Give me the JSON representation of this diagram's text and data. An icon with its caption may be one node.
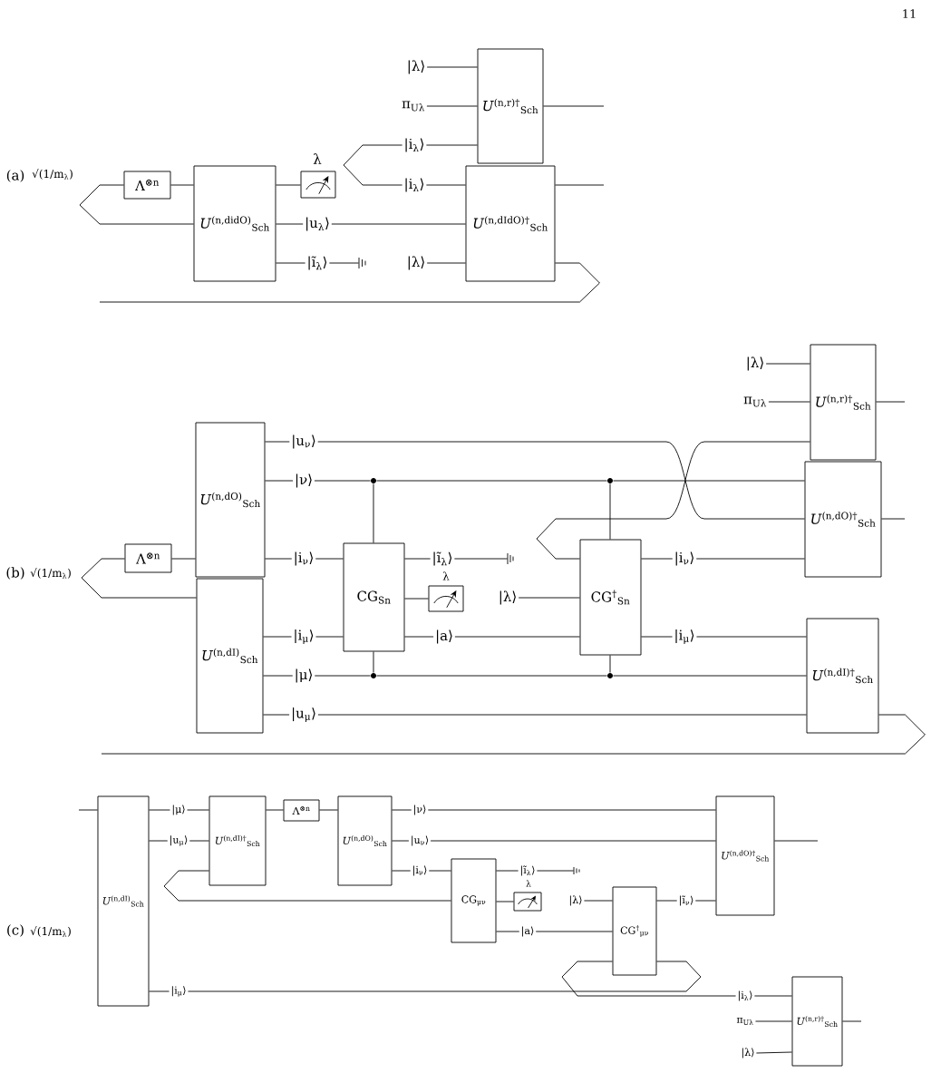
{
  "diagram": {
    "nodes": [
      {
        "text": [
          "|λ⟩"
        ]
      },
      {
        "text": [
          "π$_{Uλ}$"
        ]
      },
      {
        "text": [
          "*U*$^{(n,r)†}$$_{Sch}$"
        ]
      },
      {
        "text": [
          "|i$_{λ}$⟩"
        ]
      },
      {
        "text": [
          "Λ$^{⊗n}$"
        ]
      },
      {
        "text": [
          "*U*$^{(n,didO)}$$_{Sch}$"
        ]
      },
      {
        "text": [],
        "shape": "meter",
        "beside": [
          "λ"
        ]
      },
      {
        "text": [
          "|i$_{λ}$⟩"
        ]
      },
      {
        "text": [
          "*U*$^{(n,dIdO)†}$$_{Sch}$"
        ]
      },
      {
        "text": [
          "|u$_{λ}$⟩"
        ]
      },
      {
        "text": [
          "|ĩ$_{λ}$⟩"
        ]
      },
      {
        "text": [],
        "shape": "ground"
      },
      {
        "text": [
          "|λ⟩"
        ]
      },
      {
        "text": [
          "|λ⟩"
        ]
      },
      {
        "text": [
          "π$_{Uλ}$"
        ]
      },
      {
        "text": [
          "*U*$^{(n,r)†}$$_{Sch}$"
        ]
      },
      {
        "text": [
          "*U*$^{(n,dO)}$$_{Sch}$"
        ]
      },
      {
        "text": [
          "|u$_{ν}$⟩"
        ]
      },
      {
        "text": [
          "|ν⟩"
        ]
      },
      {
        "text": [],
        "shape": "dot"
      },
      {
        "text": [],
        "shape": "dot"
      },
      {
        "text": [
          "*U*$^{(n,dO)†}$$_{Sch}$"
        ]
      },
      {
        "text": [
          "Λ$^{⊗n}$"
        ]
      },
      {
        "text": [
          "|i$_{ν}$⟩"
        ]
      },
      {
        "text": [
          "CG$_{Sn}$"
        ]
      },
      {
        "text": [
          "|ĩ$_{λ}$⟩"
        ]
      },
      {
        "text": [],
        "shape": "ground"
      },
      {
        "text": [],
        "shape": "meter",
        "beside": [
          "λ"
        ]
      },
      {
        "text": [
          "|λ⟩"
        ]
      },
      {
        "text": [
          "CG$^{†}$$_{Sn}$"
        ]
      },
      {
        "text": [
          "|i$_{ν}$⟩"
        ]
      },
      {
        "text": [
          "*U*$^{(n,dI)}$$_{Sch}$"
        ]
      },
      {
        "text": [
          "|i$_{μ}$⟩"
        ]
      },
      {
        "text": [
          "|a⟩"
        ]
      },
      {
        "text": [
          "|i$_{μ}$⟩"
        ]
      },
      {
        "text": [
          "*U*$^{(n,dI)†}$$_{Sch}$"
        ]
      },
      {
        "text": [
          "|μ⟩"
        ]
      },
      {
        "text": [],
        "shape": "dot"
      },
      {
        "text": [],
        "shape": "dot"
      },
      {
        "text": [
          "|u$_{μ}$⟩"
        ]
      },
      {
        "text": [
          "*U*$^{(n,dI)}$$_{Sch}$"
        ]
      },
      {
        "text": [
          "|μ⟩"
        ]
      },
      {
        "text": [
          "*U*$^{(n,dI)†}$$_{Sch}$"
        ]
      },
      {
        "text": [
          "Λ$^{⊗n}$"
        ]
      },
      {
        "text": [
          "*U*$^{(n,dO)}$$_{Sch}$"
        ]
      },
      {
        "text": [
          "|ν⟩"
        ]
      },
      {
        "text": [
          "*U*$^{(n,dO)†}$$_{Sch}$"
        ]
      },
      {
        "text": [
          "|u$_{μ}$⟩"
        ]
      },
      {
        "text": [
          "|u$_{ν}$⟩"
        ]
      },
      {
        "text": [
          "|i$_{ν}$⟩"
        ]
      },
      {
        "text": [
          "CG$_{μν}$"
        ]
      },
      {
        "text": [
          "|ĩ$_{λ}$⟩"
        ]
      },
      {
        "text": [],
        "shape": "ground"
      },
      {
        "text": [],
        "shape": "meter",
        "beside": [
          "λ"
        ]
      },
      {
        "text": [
          "|λ⟩"
        ]
      },
      {
        "text": [
          "CG$^{†}$$_{μν}$"
        ]
      },
      {
        "text": [
          "|ĩ$_{ν}$⟩"
        ]
      },
      {
        "text": [
          "|a⟩"
        ]
      },
      {
        "text": [
          "|i$_{μ}$⟩"
        ]
      },
      {
        "text": [
          "|i$_{λ}$⟩"
        ]
      },
      {
        "text": [
          "*U*$^{(n,r)†}$$_{Sch}$"
        ]
      },
      {
        "text": [
          "π$_{Uλ}$"
        ]
      },
      {
        "text": [
          "|λ⟩"
        ]
      }
    ],
    "edges": [
      {
        "from": 0,
        "to": 2,
        "arrow": "none"
      },
      {
        "from": 1,
        "to": 2,
        "arrow": "none"
      },
      {
        "from": 3,
        "to": 2,
        "arrow": "none"
      },
      {
        "from": 3,
        "to": 7,
        "arrow": "none"
      },
      {
        "from": 7,
        "to": 8,
        "arrow": "none"
      },
      {
        "from": 4,
        "to": 5,
        "arrow": "none"
      },
      {
        "from": 4,
        "to": 5,
        "arrow": "none"
      },
      {
        "from": 5,
        "to": 6,
        "arrow": "none"
      },
      {
        "from": 5,
        "to": 9,
        "arrow": "none"
      },
      {
        "from": 9,
        "to": 8,
        "arrow": "none"
      },
      {
        "from": 5,
        "to": 10,
        "arrow": "none"
      },
      {
        "from": 10,
        "to": 11,
        "arrow": "none"
      },
      {
        "from": 12,
        "to": 8,
        "arrow": "none"
      },
      {
        "from": 2,
        "to": null,
        "arrow": "none"
      },
      {
        "from": 8,
        "to": null,
        "arrow": "none"
      },
      {
        "from": 8,
        "to": null,
        "arrow": "none"
      },
      {
        "from": 13,
        "to": 15,
        "arrow": "none"
      },
      {
        "from": 14,
        "to": 15,
        "arrow": "none"
      },
      {
        "from": 15,
        "to": null,
        "arrow": "none"
      },
      {
        "from": 16,
        "to": 17,
        "arrow": "none"
      },
      {
        "from": 17,
        "to": 21,
        "arrow": "none"
      },
      {
        "from": 16,
        "to": 18,
        "arrow": "none"
      },
      {
        "from": 18,
        "to": 19,
        "arrow": "none"
      },
      {
        "from": 19,
        "to": 20,
        "arrow": "none"
      },
      {
        "from": 20,
        "to": 21,
        "arrow": "none"
      },
      {
        "from": 21,
        "to": null,
        "arrow": "none"
      },
      {
        "from": 22,
        "to": 16,
        "arrow": "none"
      },
      {
        "from": 22,
        "to": 31,
        "arrow": "none"
      },
      {
        "from": 16,
        "to": 23,
        "arrow": "none"
      },
      {
        "from": 23,
        "to": 24,
        "arrow": "none"
      },
      {
        "from": 24,
        "to": 19,
        "arrow": "none"
      },
      {
        "from": 24,
        "to": 37,
        "arrow": "none"
      },
      {
        "from": 24,
        "to": 25,
        "arrow": "none"
      },
      {
        "from": 25,
        "to": 26,
        "arrow": "none"
      },
      {
        "from": 24,
        "to": 27,
        "arrow": "none"
      },
      {
        "from": 24,
        "to": 33,
        "arrow": "none"
      },
      {
        "from": 33,
        "to": 29,
        "arrow": "none"
      },
      {
        "from": 28,
        "to": 29,
        "arrow": "none"
      },
      {
        "from": 29,
        "to": 15,
        "arrow": "none"
      },
      {
        "from": 29,
        "to": 30,
        "arrow": "none"
      },
      {
        "from": 30,
        "to": 21,
        "arrow": "none"
      },
      {
        "from": 29,
        "to": 20,
        "arrow": "none"
      },
      {
        "from": 29,
        "to": 38,
        "arrow": "none"
      },
      {
        "from": 31,
        "to": 32,
        "arrow": "none"
      },
      {
        "from": 32,
        "to": 24,
        "arrow": "none"
      },
      {
        "from": 29,
        "to": 34,
        "arrow": "none"
      },
      {
        "from": 34,
        "to": 35,
        "arrow": "none"
      },
      {
        "from": 31,
        "to": 36,
        "arrow": "none"
      },
      {
        "from": 36,
        "to": 37,
        "arrow": "none"
      },
      {
        "from": 37,
        "to": 38,
        "arrow": "none"
      },
      {
        "from": 38,
        "to": 35,
        "arrow": "none"
      },
      {
        "from": 31,
        "to": 39,
        "arrow": "none"
      },
      {
        "from": 39,
        "to": 35,
        "arrow": "none"
      },
      {
        "from": 35,
        "to": null,
        "arrow": "none"
      },
      {
        "from": null,
        "to": 40,
        "arrow": "none"
      },
      {
        "from": 40,
        "to": 41,
        "arrow": "none"
      },
      {
        "from": 41,
        "to": 42,
        "arrow": "none"
      },
      {
        "from": 40,
        "to": 47,
        "arrow": "none"
      },
      {
        "from": 47,
        "to": 42,
        "arrow": "none"
      },
      {
        "from": 42,
        "to": 50,
        "arrow": "none"
      },
      {
        "from": 42,
        "to": 43,
        "arrow": "none"
      },
      {
        "from": 43,
        "to": 44,
        "arrow": "none"
      },
      {
        "from": 44,
        "to": 45,
        "arrow": "none"
      },
      {
        "from": 45,
        "to": 46,
        "arrow": "none"
      },
      {
        "from": 44,
        "to": 48,
        "arrow": "none"
      },
      {
        "from": 48,
        "to": 46,
        "arrow": "none"
      },
      {
        "from": 44,
        "to": 49,
        "arrow": "none"
      },
      {
        "from": 49,
        "to": 50,
        "arrow": "none"
      },
      {
        "from": 50,
        "to": 51,
        "arrow": "none"
      },
      {
        "from": 51,
        "to": 52,
        "arrow": "none"
      },
      {
        "from": 50,
        "to": 53,
        "arrow": "none"
      },
      {
        "from": 50,
        "to": 57,
        "arrow": "none"
      },
      {
        "from": 57,
        "to": 55,
        "arrow": "none"
      },
      {
        "from": 54,
        "to": 55,
        "arrow": "none"
      },
      {
        "from": 55,
        "to": 56,
        "arrow": "none"
      },
      {
        "from": 56,
        "to": 46,
        "arrow": "none"
      },
      {
        "from": 46,
        "to": null,
        "arrow": "none"
      },
      {
        "from": 40,
        "to": 58,
        "arrow": "none"
      },
      {
        "from": 58,
        "to": 55,
        "arrow": "none"
      },
      {
        "from": 55,
        "to": 59,
        "arrow": "none"
      },
      {
        "from": 59,
        "to": 60,
        "arrow": "none"
      },
      {
        "from": 61,
        "to": 60,
        "arrow": "none"
      },
      {
        "from": 62,
        "to": 60,
        "arrow": "none"
      },
      {
        "from": 60,
        "to": null,
        "arrow": "none"
      }
    ],
    "labels": [
      "11",
      "(a)",
      "√(1/m$_{λ}$)",
      "(b)",
      "√(1/m$_{λ}$)",
      "(c)",
      "√(1/m$_{λ}$)"
    ]
  }
}
